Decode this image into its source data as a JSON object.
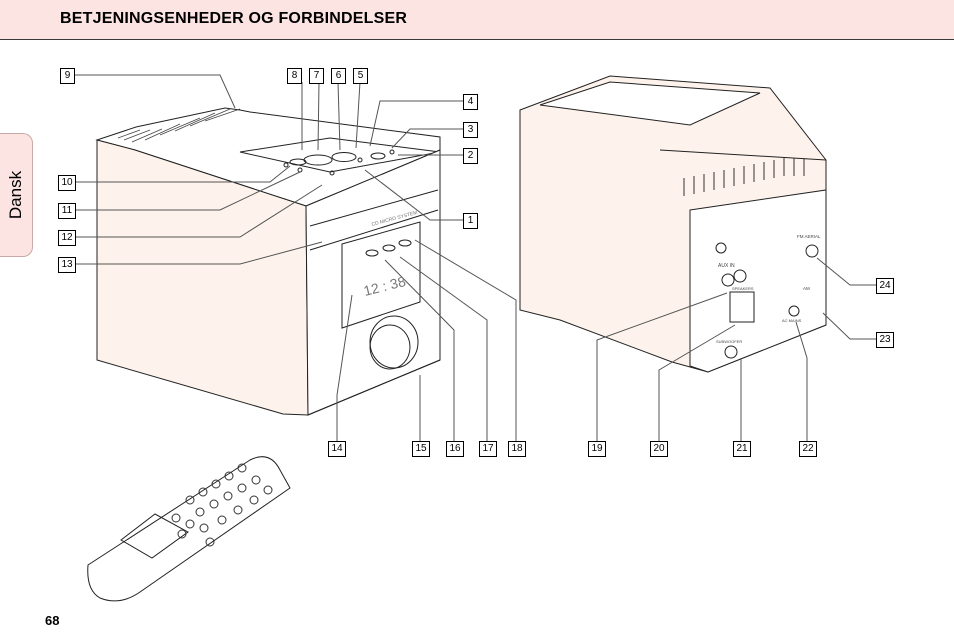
{
  "header": {
    "title": "BETJENINGSENHEDER OG FORBINDELSER"
  },
  "side_tab": {
    "language": "Dansk"
  },
  "footer": {
    "page_number": "68"
  },
  "callouts": {
    "c1": "1",
    "c2": "2",
    "c3": "3",
    "c4": "4",
    "c5": "5",
    "c6": "6",
    "c7": "7",
    "c8": "8",
    "c9": "9",
    "c10": "10",
    "c11": "11",
    "c12": "12",
    "c13": "13",
    "c14": "14",
    "c15": "15",
    "c16": "16",
    "c17": "17",
    "c18": "18",
    "c19": "19",
    "c20": "20",
    "c21": "21",
    "c22": "22",
    "c23": "23",
    "c24": "24"
  },
  "device_text": {
    "front_model": "CD MICRO SYSTEM",
    "display_clock": "12 : 38",
    "rear_aux_in": "AUX IN",
    "rear_speakers": "SPEAKERS",
    "rear_fm_aerial": "FM AERIAL",
    "rear_am": "AM",
    "rear_ac": "AC MAINS",
    "rear_subwoofer": "SUBWOOFER"
  },
  "colors": {
    "header_band": "#fbe4e2",
    "tab_border": "#c9a9a6",
    "device_side": "#fdf3ec"
  }
}
